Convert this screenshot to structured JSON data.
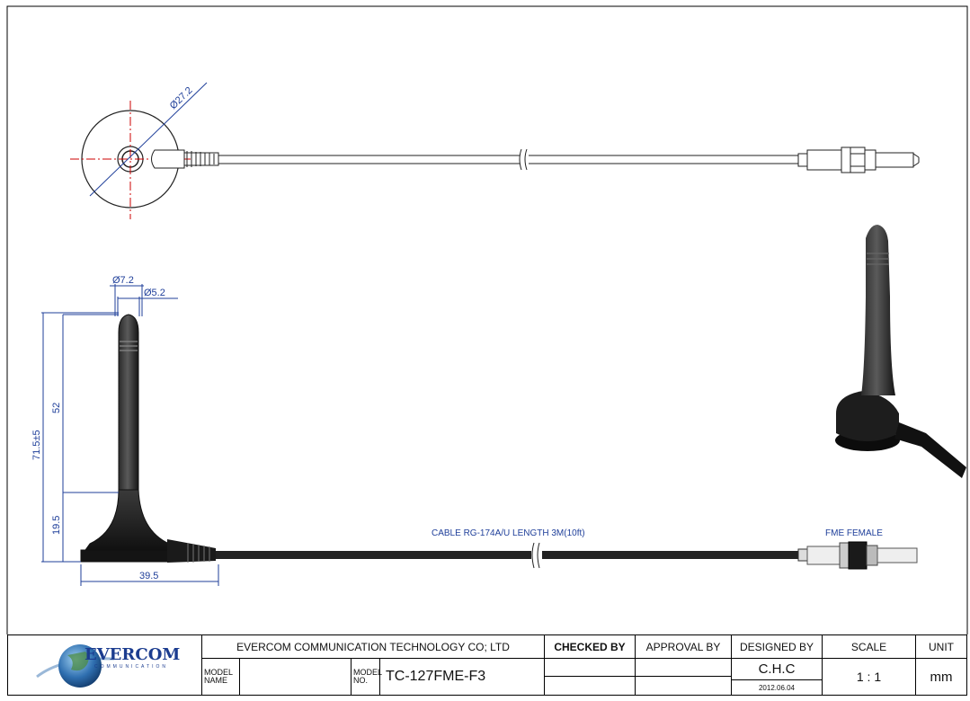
{
  "dimensions": {
    "base_diameter": "Ø27.2",
    "whip_diameter_large": "Ø7.2",
    "whip_diameter_small": "Ø5.2",
    "total_height": "71.5±5",
    "whip_height": "52",
    "base_height": "19.5",
    "base_width": "39.5"
  },
  "notes": {
    "cable": "CABLE RG-174A/U LENGTH 3M(10ft)",
    "connector": "FME FEMALE"
  },
  "title_block": {
    "logo_text": "EVERCOM",
    "logo_subtext": "COMMUNICATION",
    "company": "EVERCOM COMMUNICATION TECHNOLOGY CO; LTD",
    "model_name_label": "MODEL NAME",
    "model_name_value": "",
    "model_no_label": "MODEL NO.",
    "model_no_value": "TC-127FME-F3",
    "checked_by_label": "CHECKED BY",
    "approval_by_label": "APPROVAL BY",
    "designed_by_label": "DESIGNED BY",
    "designed_by_value": "C.H.C",
    "date": "2012.06.04",
    "scale_label": "SCALE",
    "scale_value": "1 : 1",
    "unit_label": "UNIT",
    "unit_value": "mm"
  },
  "colors": {
    "dimension_blue": "#1f3f9a",
    "centerline_red": "#cc0000",
    "antenna_body": "#1c1c1c"
  }
}
